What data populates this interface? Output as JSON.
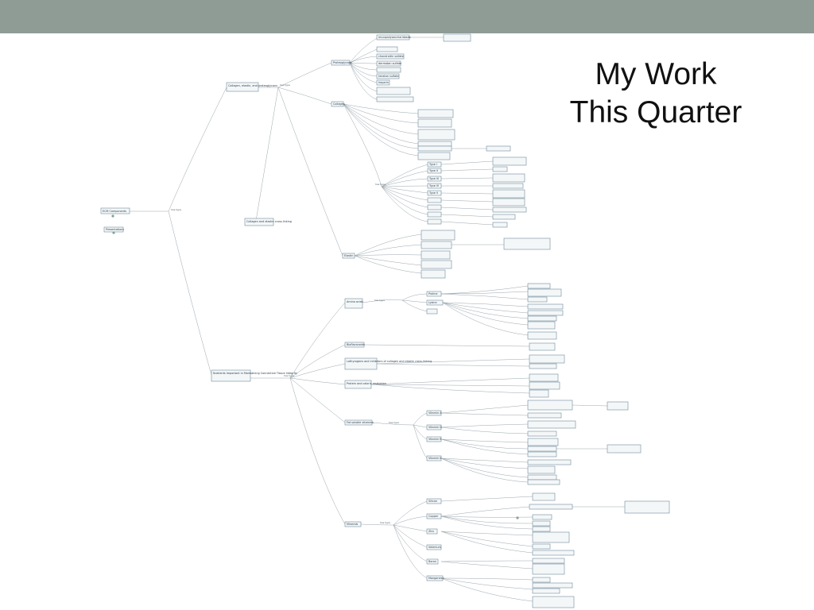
{
  "slide": {
    "title_line1": "My Work",
    "title_line2": "This Quarter"
  },
  "labels": {
    "has_type": "has type"
  },
  "nodes": {
    "root": "ECM Components",
    "presentations": "Presentations",
    "cep": "Collagen, elastin, and proteoglycans",
    "collagen_elastin_crosslinking": "Collagen and elastin cross-linking",
    "nutrients": "Nutrients Important in Maintaining Connective Tissue Integrity",
    "proteoglycans": "Proteoglycans",
    "collagen": "Collagen",
    "elastin": "Elastin",
    "mucopolysaccharidoses": "mucopolysaccharidoses",
    "chondroitin_sulfate": "chondroitin sulfate",
    "dermatan_sulfate": "dermatan sulfate",
    "keratan_sulfate": "keratan sulfate",
    "heparin": "heparin",
    "type_i": "Type I",
    "type_ii": "Type II",
    "type_iii": "Type III",
    "type_iv": "Type IV",
    "type_v": "Type V",
    "amino_acids": "Amino acids",
    "bioflavonoids": "Bioflavonoids",
    "polyphenols": "Lathyrogens and inhibitors of collagen and elastin cross-linking",
    "protein_caloric": "Protein and caloric restriction",
    "fat_soluble": "Fat soluble vitamins",
    "minerals": "Minerals",
    "proline": "Proline",
    "lysine": "Lysine",
    "vitamin_a": "Vitamin A",
    "vitamin_d": "Vitamin D",
    "vitamin_e": "Vitamin E",
    "vitamin_k": "Vitamin K",
    "silicon": "Silicon",
    "copper": "Copper",
    "zinc": "Zinc",
    "selenium": "Selenium",
    "boron": "Boron",
    "manganese": "Manganese"
  }
}
